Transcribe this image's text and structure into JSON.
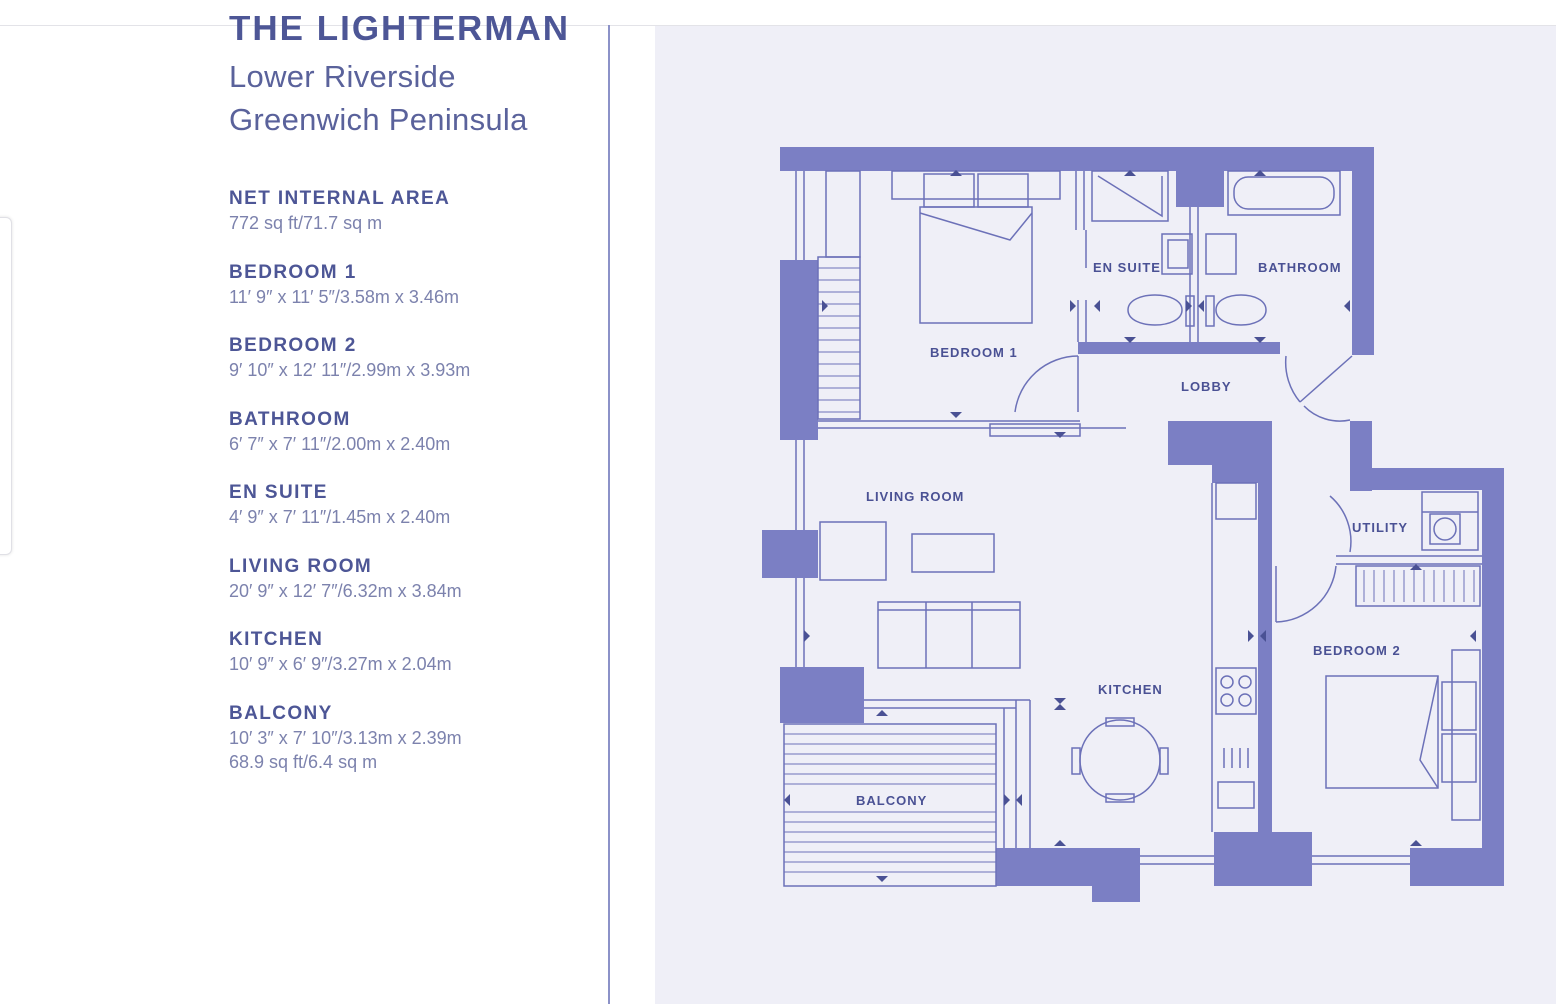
{
  "header": {
    "title": "THE LIGHTERMAN",
    "subtitle_line1": "Lower Riverside",
    "subtitle_line2": "Greenwich Peninsula"
  },
  "specs": [
    {
      "label": "NET INTERNAL AREA",
      "value": "772 sq ft/71.7 sq m"
    },
    {
      "label": "BEDROOM 1",
      "value": "11′ 9″ x 11′ 5″/3.58m x 3.46m"
    },
    {
      "label": "BEDROOM 2",
      "value": "9′ 10″ x 12′ 11″/2.99m x 3.93m"
    },
    {
      "label": "BATHROOM",
      "value": "6′ 7″ x 7′ 11″/2.00m x 2.40m"
    },
    {
      "label": "EN SUITE",
      "value": "4′ 9″ x 7′ 11″/1.45m x 2.40m"
    },
    {
      "label": "LIVING ROOM",
      "value": "20′ 9″ x 12′ 7″/6.32m x 3.84m"
    },
    {
      "label": "KITCHEN",
      "value": "10′ 9″ x 6′ 9″/3.27m x 2.04m"
    },
    {
      "label": "BALCONY",
      "value": "10′ 3″ x 7′ 10″/3.13m x 2.39m",
      "value2": "68.9 sq ft/6.4 sq m"
    }
  ],
  "plan": {
    "rooms": {
      "bedroom1": "BEDROOM 1",
      "ensuite": "EN SUITE",
      "bathroom": "BATHROOM",
      "lobby": "LOBBY",
      "living": "LIVING ROOM",
      "utility": "UTILITY",
      "kitchen": "KITCHEN",
      "bedroom2": "BEDROOM 2",
      "balcony": "BALCONY"
    },
    "colors": {
      "wall": "#7b7fc4",
      "line": "#6c71b8",
      "background": "#efeff7",
      "text": "#4a5194"
    }
  }
}
